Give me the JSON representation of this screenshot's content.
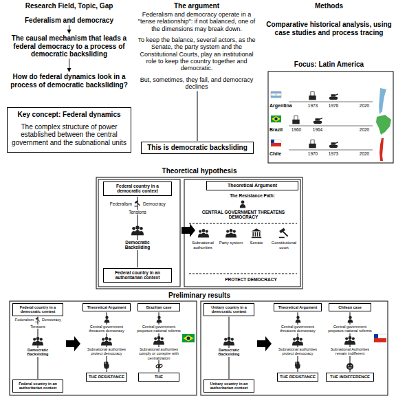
{
  "diagram": {
    "nodes": [
      {
        "text": [
          "Federalism and democracy"
        ]
      },
      {
        "text": [
          "The causal mechanism that leads a federal democracy to a process of democratic backsliding"
        ]
      },
      {
        "text": [
          "How do federal dynamics look in a process of democratic backsliding?"
        ]
      },
      {
        "text": [
          "Key concept: Federal dynamics",
          "The complex structure of power established between the central government and the subnational units"
        ]
      },
      {
        "text": [
          "Federalism and democracy operate in a \"tense relationship\": if not balanced, one of the dimensions may break down.",
          "To keep the balance, several actors, as the Senate, the party system and the Constitutional Courts, play an institutional role to keep the country together and democratic.",
          "But, sometimes, they fail, and democracy declines"
        ]
      },
      {
        "text": [
          "This is democratic backsliding"
        ]
      },
      {
        "text": [
          "Federal country in a democratic context"
        ]
      },
      {
        "text": [
          "Federal country in an authoritarian context"
        ]
      },
      {
        "text": [
          "Theoretical Argument"
        ]
      },
      {
        "text": [
          "Federal country in a democratic context"
        ]
      },
      {
        "text": [
          "Federal country in an authoritarian context"
        ]
      },
      {
        "text": [
          "Theoretical Argument"
        ]
      },
      {
        "text": [
          "THE RESISTANCE"
        ]
      },
      {
        "text": [
          "Brazilian case"
        ]
      },
      {
        "text": [
          "THE"
        ]
      },
      {
        "text": [
          "Unitary country in a democratic context"
        ]
      },
      {
        "text": [
          "Unitary country in an authoritarian context"
        ]
      },
      {
        "text": [
          "Theoretical Argument"
        ]
      },
      {
        "text": [
          "THE RESISTANCE"
        ]
      },
      {
        "text": [
          "Chilean case"
        ]
      },
      {
        "text": [
          "THE INDIFFERENCE"
        ]
      }
    ],
    "edges": [
      {
        "from": 0,
        "to": 1,
        "arrow": "to"
      },
      {
        "from": 1,
        "to": 2,
        "arrow": "to"
      },
      {
        "from": 4,
        "to": 5,
        "arrow": "none"
      },
      {
        "from": 6,
        "to": 7,
        "arrow": "none"
      },
      {
        "from": 9,
        "to": 10,
        "arrow": "none"
      },
      {
        "from": 11,
        "to": 12,
        "arrow": "none"
      },
      {
        "from": 13,
        "to": 14,
        "arrow": "none"
      },
      {
        "from": 15,
        "to": 16,
        "arrow": "none"
      },
      {
        "from": 17,
        "to": 18,
        "arrow": "none"
      },
      {
        "from": 19,
        "to": 20,
        "arrow": "none"
      }
    ],
    "labels": [
      "Research Field, Topic, Gap",
      "The argument",
      "Methods",
      "Comparative historical analysis, using case studies and process tracing",
      "Focus: Latin America",
      "Argentina",
      "1973",
      "1976",
      "2020",
      "Brazil",
      "1960",
      "1964",
      "2020",
      "Chile",
      "1970",
      "1973",
      "2020",
      "Theoretical hypothesis",
      "Federalism",
      "Democracy",
      "Tensions",
      "Democratic Backsliding",
      "The Resistance Path:",
      "CENTRAL GOVERNMENT THREATENS DEMOCRACY",
      "Subnational authorities",
      "Party system",
      "Senate",
      "Constitutional court",
      "PROTECT DEMOCRACY",
      "Preliminary results",
      "Federalism",
      "Democracy",
      "Tensions",
      "Democratic Backsliding",
      "Central government threatens democracy",
      "Subnational authorities protect democracy",
      "Central government proposes national reforms",
      "Subnational authorities comply or conspire with centralization",
      "Democratic Backsliding",
      "Central government threatens democracy",
      "Subnational authorities protect democracy",
      "Central government proposes national reforms",
      "Subnational Authorities remain indifferent"
    ]
  }
}
